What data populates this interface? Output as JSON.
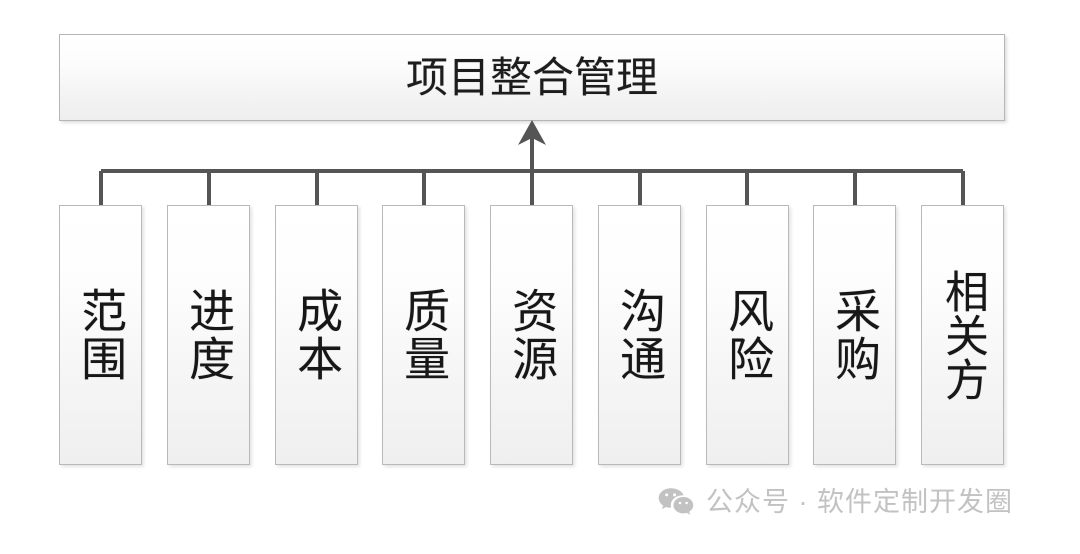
{
  "diagram": {
    "type": "hierarchy-tree",
    "orientation": "children-point-up-to-parent",
    "root": {
      "label": "项目整合管理"
    },
    "children": [
      {
        "label": "范围"
      },
      {
        "label": "进度"
      },
      {
        "label": "成本"
      },
      {
        "label": "质量"
      },
      {
        "label": "资源"
      },
      {
        "label": "沟通"
      },
      {
        "label": "风险"
      },
      {
        "label": "采购"
      },
      {
        "label": "相关方"
      }
    ],
    "connector": {
      "arrow_direction": "up",
      "bus_line_color": "#555555",
      "drop_line_color": "#555555"
    },
    "colors": {
      "box_border": "#b5b5b5",
      "box_fill_top": "#ffffff",
      "box_fill_bottom": "#eeeeee",
      "text": "#1d1d1d",
      "background": "#ffffff",
      "watermark": "#c2c2c2"
    }
  },
  "watermark": {
    "icon": "wechat-icon",
    "text": "公众号 · 软件定制开发圈"
  }
}
